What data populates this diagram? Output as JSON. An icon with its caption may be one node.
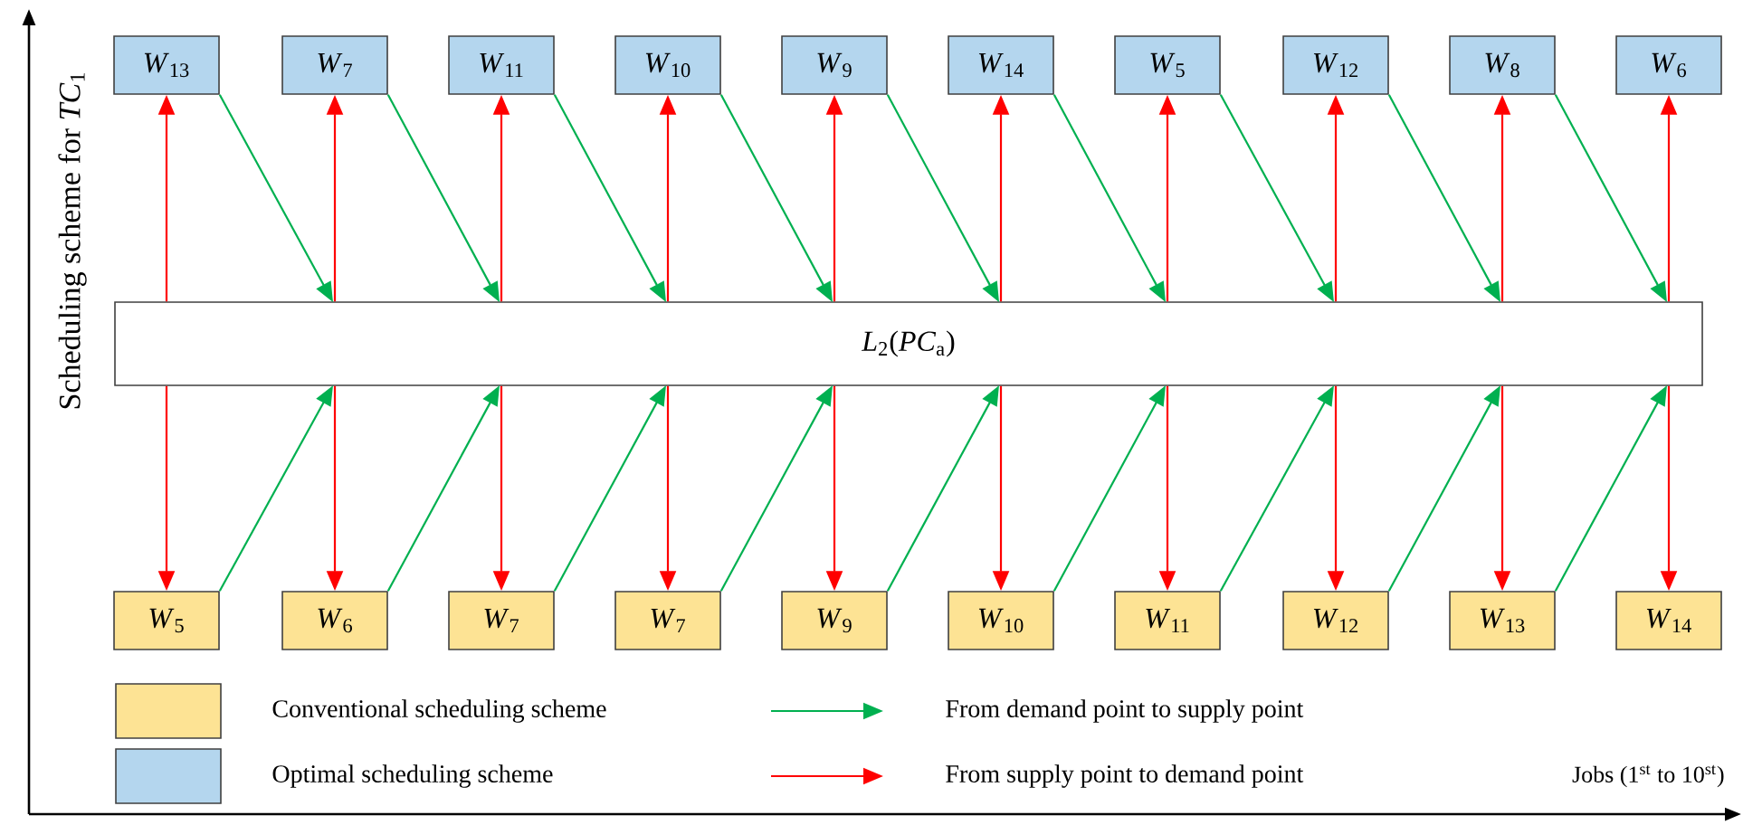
{
  "diagram": {
    "nodes": [
      {
        "text": [
          "*W*$_{13}$"
        ]
      },
      {
        "text": [
          "*W*$_{7}$"
        ]
      },
      {
        "text": [
          "*W*$_{11}$"
        ]
      },
      {
        "text": [
          "*W*$_{10}$"
        ]
      },
      {
        "text": [
          "*W*$_{9}$"
        ]
      },
      {
        "text": [
          "*W*$_{14}$"
        ]
      },
      {
        "text": [
          "*W*$_{5}$"
        ]
      },
      {
        "text": [
          "*W*$_{12}$"
        ]
      },
      {
        "text": [
          "*W*$_{8}$"
        ]
      },
      {
        "text": [
          "*W*$_{6}$"
        ]
      },
      {
        "text": [
          "*L*$_{2}$(*PC*$_{a}$)"
        ]
      },
      {
        "text": [
          "*W*$_{5}$"
        ]
      },
      {
        "text": [
          "*W*$_{6}$"
        ]
      },
      {
        "text": [
          "*W*$_{7}$"
        ]
      },
      {
        "text": [
          "*W*$_{7}$"
        ]
      },
      {
        "text": [
          "*W*$_{9}$"
        ]
      },
      {
        "text": [
          "*W*$_{10}$"
        ]
      },
      {
        "text": [
          "*W*$_{11}$"
        ]
      },
      {
        "text": [
          "*W*$_{12}$"
        ]
      },
      {
        "text": [
          "*W*$_{13}$"
        ]
      },
      {
        "text": [
          "*W*$_{14}$"
        ]
      }
    ],
    "edges": [
      {
        "from": 10,
        "to": 0,
        "arrow": "to"
      },
      {
        "from": 10,
        "to": 1,
        "arrow": "to"
      },
      {
        "from": 10,
        "to": 2,
        "arrow": "to"
      },
      {
        "from": 10,
        "to": 3,
        "arrow": "to"
      },
      {
        "from": 10,
        "to": 4,
        "arrow": "to"
      },
      {
        "from": 10,
        "to": 5,
        "arrow": "to"
      },
      {
        "from": 10,
        "to": 6,
        "arrow": "to"
      },
      {
        "from": 10,
        "to": 7,
        "arrow": "to"
      },
      {
        "from": 10,
        "to": 8,
        "arrow": "to"
      },
      {
        "from": 10,
        "to": 9,
        "arrow": "to"
      },
      {
        "from": 0,
        "to": 10,
        "arrow": "to",
        "color": "#00b050"
      },
      {
        "from": 1,
        "to": 10,
        "arrow": "to",
        "color": "#00b050"
      },
      {
        "from": 2,
        "to": 10,
        "arrow": "to",
        "color": "#00b050"
      },
      {
        "from": 3,
        "to": 10,
        "arrow": "to",
        "color": "#00b050"
      },
      {
        "from": 4,
        "to": 10,
        "arrow": "to",
        "color": "#00b050"
      },
      {
        "from": 5,
        "to": 10,
        "arrow": "to",
        "color": "#00b050"
      },
      {
        "from": 6,
        "to": 10,
        "arrow": "to",
        "color": "#00b050"
      },
      {
        "from": 7,
        "to": 10,
        "arrow": "to",
        "color": "#00b050"
      },
      {
        "from": 8,
        "to": 10,
        "arrow": "to",
        "color": "#00b050"
      },
      {
        "from": 10,
        "to": 11,
        "arrow": "to"
      },
      {
        "from": 10,
        "to": 12,
        "arrow": "to"
      },
      {
        "from": 10,
        "to": 13,
        "arrow": "to"
      },
      {
        "from": 10,
        "to": 14,
        "arrow": "to"
      },
      {
        "from": 10,
        "to": 15,
        "arrow": "to"
      },
      {
        "from": 10,
        "to": 16,
        "arrow": "to"
      },
      {
        "from": 10,
        "to": 17,
        "arrow": "to"
      },
      {
        "from": 10,
        "to": 18,
        "arrow": "to"
      },
      {
        "from": 10,
        "to": 19,
        "arrow": "to"
      },
      {
        "from": 10,
        "to": 20,
        "arrow": "to"
      },
      {
        "from": 11,
        "to": 10,
        "arrow": "to",
        "color": "#00b050"
      },
      {
        "from": 12,
        "to": 10,
        "arrow": "to",
        "color": "#00b050"
      },
      {
        "from": 13,
        "to": 10,
        "arrow": "to",
        "color": "#00b050"
      },
      {
        "from": 14,
        "to": 10,
        "arrow": "to",
        "color": "#00b050"
      },
      {
        "from": 15,
        "to": 10,
        "arrow": "to",
        "color": "#00b050"
      },
      {
        "from": 16,
        "to": 10,
        "arrow": "to",
        "color": "#00b050"
      },
      {
        "from": 17,
        "to": 10,
        "arrow": "to",
        "color": "#00b050"
      },
      {
        "from": 18,
        "to": 10,
        "arrow": "to",
        "color": "#00b050"
      },
      {
        "from": 19,
        "to": 10,
        "arrow": "to",
        "color": "#00b050"
      }
    ],
    "labels": [
      "Scheduling scheme for *TC*$_{1}$",
      "Jobs (1$^{st}$ to 10$^{st}$)"
    ],
    "legend": [
      {
        "text": "Conventional scheduling scheme",
        "color": "#fde394"
      },
      {
        "text": "Optimal scheduling scheme",
        "color": "#b4d6ee"
      },
      {
        "text": "From demand point to supply point"
      },
      {
        "text": "From supply point to demand point"
      }
    ]
  }
}
